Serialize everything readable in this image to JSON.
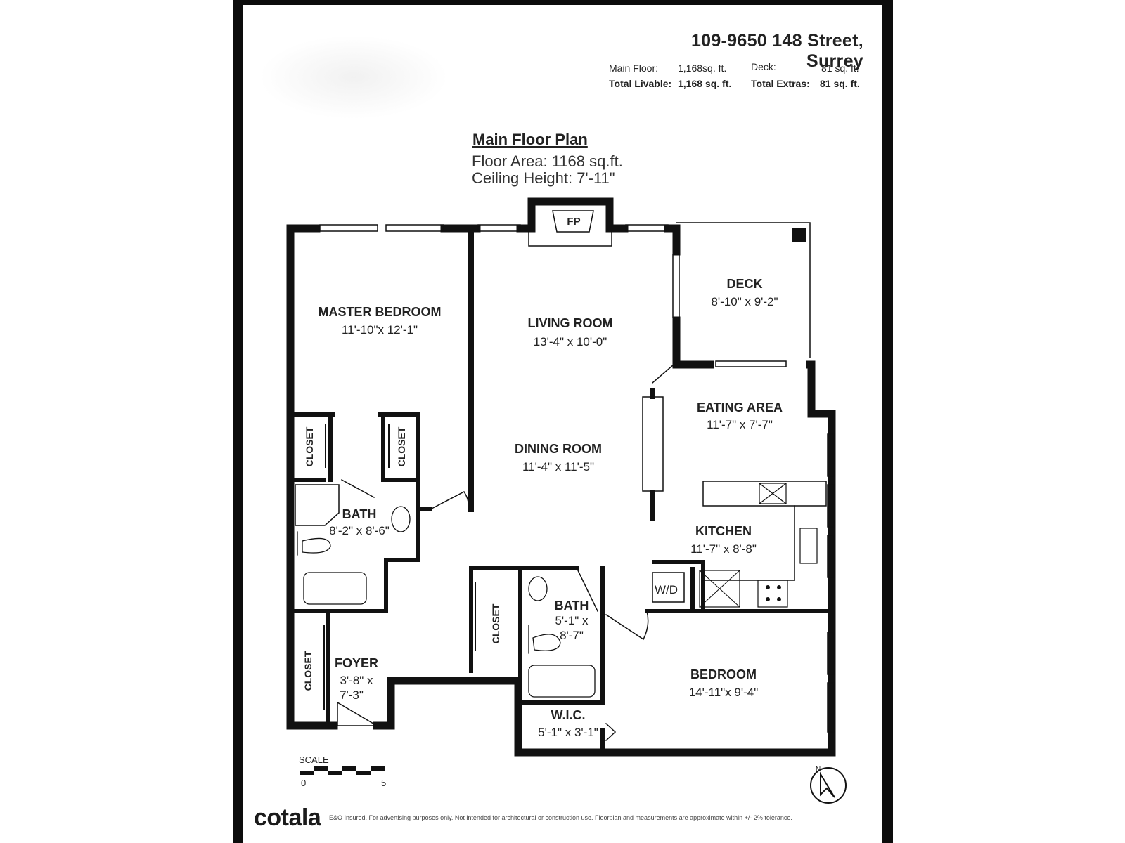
{
  "header": {
    "address": "109-9650 148 Street, Surrey",
    "main_floor_label": "Main Floor:",
    "main_floor_value": "1,168sq. ft.",
    "deck_label": "Deck:",
    "deck_value": "81 sq. ft.",
    "total_livable_label": "Total Livable:",
    "total_livable_value": "1,168 sq. ft.",
    "total_extras_label": "Total Extras:",
    "total_extras_value": "81 sq. ft."
  },
  "plan": {
    "title": "Main Floor Plan",
    "floor_area": "Floor Area: 1168 sq.ft.",
    "ceiling_height": "Ceiling Height: 7'-11\"",
    "fireplace": "FP"
  },
  "rooms": {
    "master_bedroom": {
      "name": "MASTER BEDROOM",
      "dim": "11'-10\"x 12'-1\""
    },
    "living_room": {
      "name": "LIVING ROOM",
      "dim": "13'-4\" x 10'-0\""
    },
    "deck": {
      "name": "DECK",
      "dim": "8'-10\" x  9'-2\""
    },
    "eating_area": {
      "name": "EATING AREA",
      "dim": "11'-7\" x  7'-7\""
    },
    "dining_room": {
      "name": "DINING ROOM",
      "dim": "11'-4\" x 11'-5\""
    },
    "kitchen": {
      "name": "KITCHEN",
      "dim": "11'-7\" x  8'-8\""
    },
    "master_bath": {
      "name": "BATH",
      "dim": "8'-2\"  x  8'-6\""
    },
    "bath2": {
      "name": "BATH",
      "dim1": "5'-1\" x",
      "dim2": "8'-7\""
    },
    "bedroom": {
      "name": "BEDROOM",
      "dim": "14'-11\"x  9'-4\""
    },
    "foyer": {
      "name": "FOYER",
      "dim1": "3'-8\"  x",
      "dim2": "7'-3\""
    },
    "wic": {
      "name": "W.I.C.",
      "dim": "5'-1\"  x  3'-1\""
    },
    "closet": "CLOSET",
    "wd": "W/D"
  },
  "scale": {
    "label": "SCALE",
    "start": "0'",
    "end": "5'"
  },
  "compass": "N",
  "footer": {
    "logo": "cotala",
    "disclaimer": "E&O Insured. For advertising purposes only. Not intended for architectural or construction use. Floorplan and measurements are approximate within +/- 2% tolerance."
  },
  "colors": {
    "wall": "#111111",
    "frame": "#0c0c0c",
    "background": "#ffffff"
  }
}
